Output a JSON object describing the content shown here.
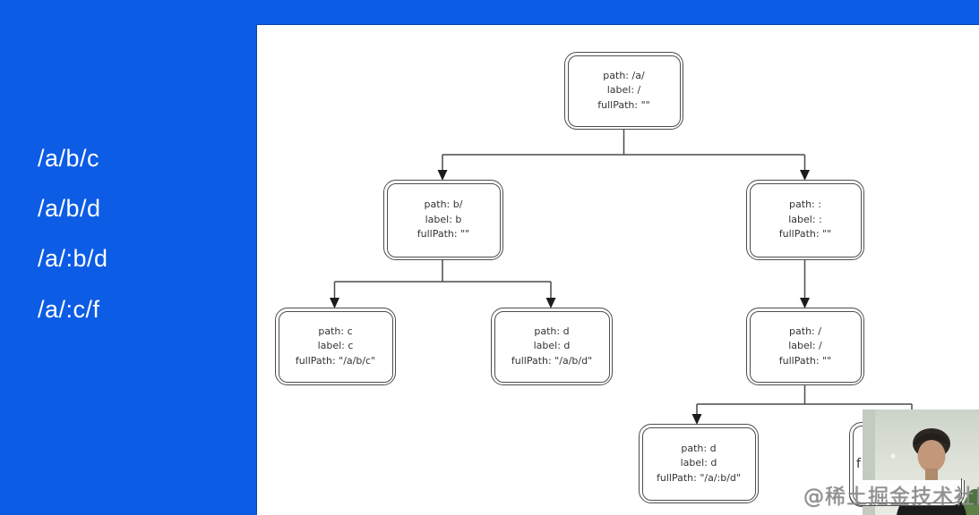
{
  "sidebar": {
    "routes": [
      "/a/b/c",
      "/a/b/d",
      "/a/:b/d",
      "/a/:c/f"
    ]
  },
  "tree": {
    "nodes": [
      {
        "name": "root",
        "lines": [
          "path: /a/",
          "label: /",
          "fullPath: \"\""
        ]
      },
      {
        "name": "b",
        "lines": [
          "path: b/",
          "label: b",
          "fullPath: \"\""
        ]
      },
      {
        "name": "colon",
        "lines": [
          "path: :",
          "label: :",
          "fullPath: \"\""
        ]
      },
      {
        "name": "c",
        "lines": [
          "path: c",
          "label: c",
          "fullPath: \"/a/b/c\""
        ]
      },
      {
        "name": "d-left",
        "lines": [
          "path: d",
          "label: d",
          "fullPath: \"/a/b/d\""
        ]
      },
      {
        "name": "slash",
        "lines": [
          "path: /",
          "label: /",
          "fullPath: \"\""
        ]
      },
      {
        "name": "d-right",
        "lines": [
          "path: d",
          "label: d",
          "fullPath: \"/a/:b/d\""
        ]
      },
      {
        "name": "partially-hidden",
        "visible_text": "f"
      }
    ]
  },
  "watermark": {
    "text": "@稀土掘金技术社区"
  },
  "colors": {
    "page_blue": "#0c5ce5",
    "canvas_white": "#ffffff",
    "node_border": "#4d4d4d",
    "arrow_black": "#1c1c1c",
    "sidebar_text": "#ffffff",
    "watermark_gray": "#8f8f8f"
  }
}
